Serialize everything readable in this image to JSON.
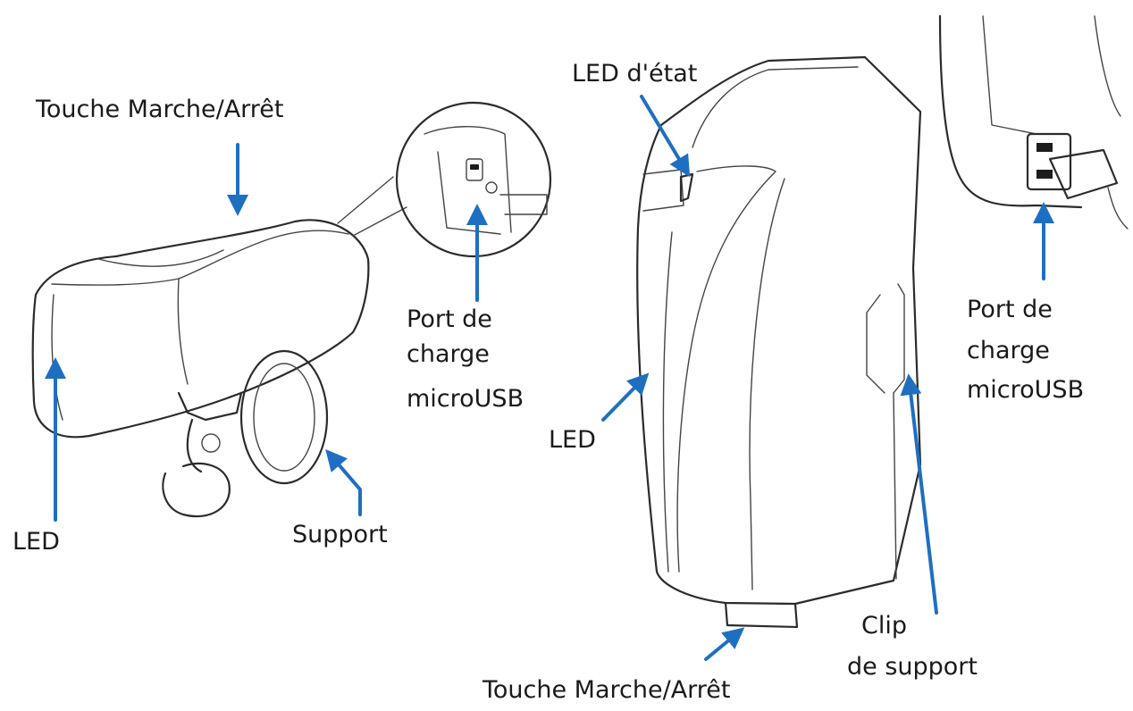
{
  "colors": {
    "arrow": "#1f6fc1",
    "line_art": "#2b2b2b",
    "text": "#1a1a1a",
    "background": "#ffffff"
  },
  "labels": {
    "power_button_top": "Touche Marche/Arrêt",
    "charging_port_left": [
      "Port de",
      "charge",
      "microUSB"
    ],
    "led_left": "LED",
    "support": "Support",
    "status_led": "LED d'état",
    "led_right": "LED",
    "charging_port_right": [
      "Port de",
      "charge",
      "microUSB"
    ],
    "mount_clip": [
      "Clip",
      "de support"
    ],
    "power_button_bottom": "Touche Marche/Arrêt"
  }
}
